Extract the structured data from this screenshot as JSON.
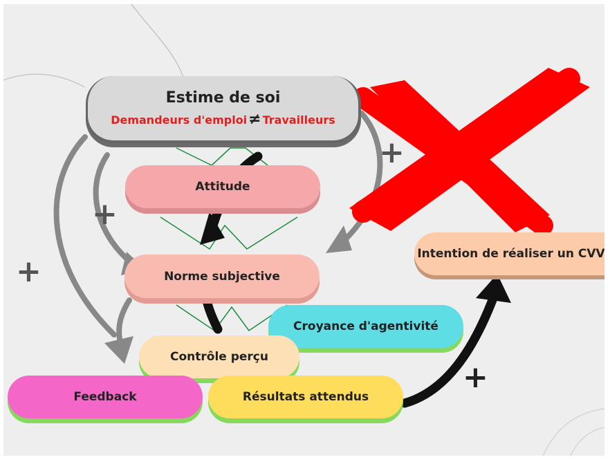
{
  "nodes": {
    "estime": {
      "title": "Estime de soi",
      "left": "Demandeurs d'emploi",
      "symbol": "≠",
      "right": "Travailleurs"
    },
    "attitude": "Attitude",
    "norme": "Norme subjective",
    "controle": "Contrôle perçu",
    "croyance": "Croyance d'agentivité",
    "feedback": "Feedback",
    "resultats": "Résultats attendus",
    "intention": "Intention de réaliser un CVV"
  },
  "signs": [
    "+",
    "+",
    "+",
    "+"
  ],
  "colors": {
    "estime": "#d9d9d9",
    "attitude": "#f6a7a9",
    "norme": "#f9bbb0",
    "controle": "#fde0b6",
    "croyance": "#5fdde5",
    "feedback": "#f467c9",
    "resultats": "#ffdd5c",
    "intention": "#fcccaa",
    "cross": "#ff0000",
    "arrow_gray": "#888888",
    "arrow_black": "#111111",
    "triangle_green": "#1d8a3c"
  }
}
